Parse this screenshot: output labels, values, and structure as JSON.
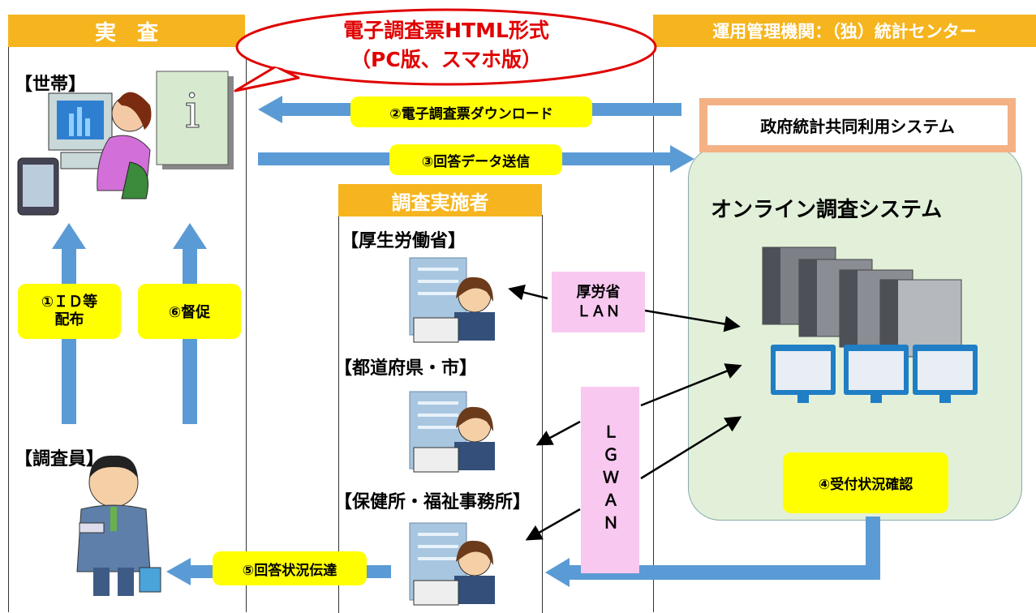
{
  "headers": {
    "left": "実　査",
    "middle": "調査実施者",
    "right": "運用管理機関：（独）統計センター"
  },
  "callout": {
    "line1": "電子調査票HTML形式",
    "line2": "（PC版、スマホ版）"
  },
  "labels": {
    "household": "【世帯】",
    "investigator": "【調査員】",
    "mhlw": "【厚生労働省】",
    "prefecture": "【都道府県・市】",
    "health_center": "【保健所・福祉事務所】",
    "gov_system": "政府統計共同利用システム",
    "online_system": "オンライン調査システム"
  },
  "steps": {
    "s1": "①ＩＤ等\n配布",
    "s2": "②電子調査票ダウンロード",
    "s3": "③回答データ送信",
    "s4": "④受付状況確認",
    "s5": "⑤回答状況伝達",
    "s6": "⑥督促"
  },
  "networks": {
    "mhlw_lan": "厚労省\nＬＡＮ",
    "lgwan": "ＬＧＷＡＮ"
  },
  "colors": {
    "header": "#f6b51e",
    "arrow": "#5b9bd5",
    "yellow": "#ffff00",
    "pink": "#f8c8f0",
    "green_panel": "#e2f0d9",
    "callout_border": "#e00000"
  }
}
